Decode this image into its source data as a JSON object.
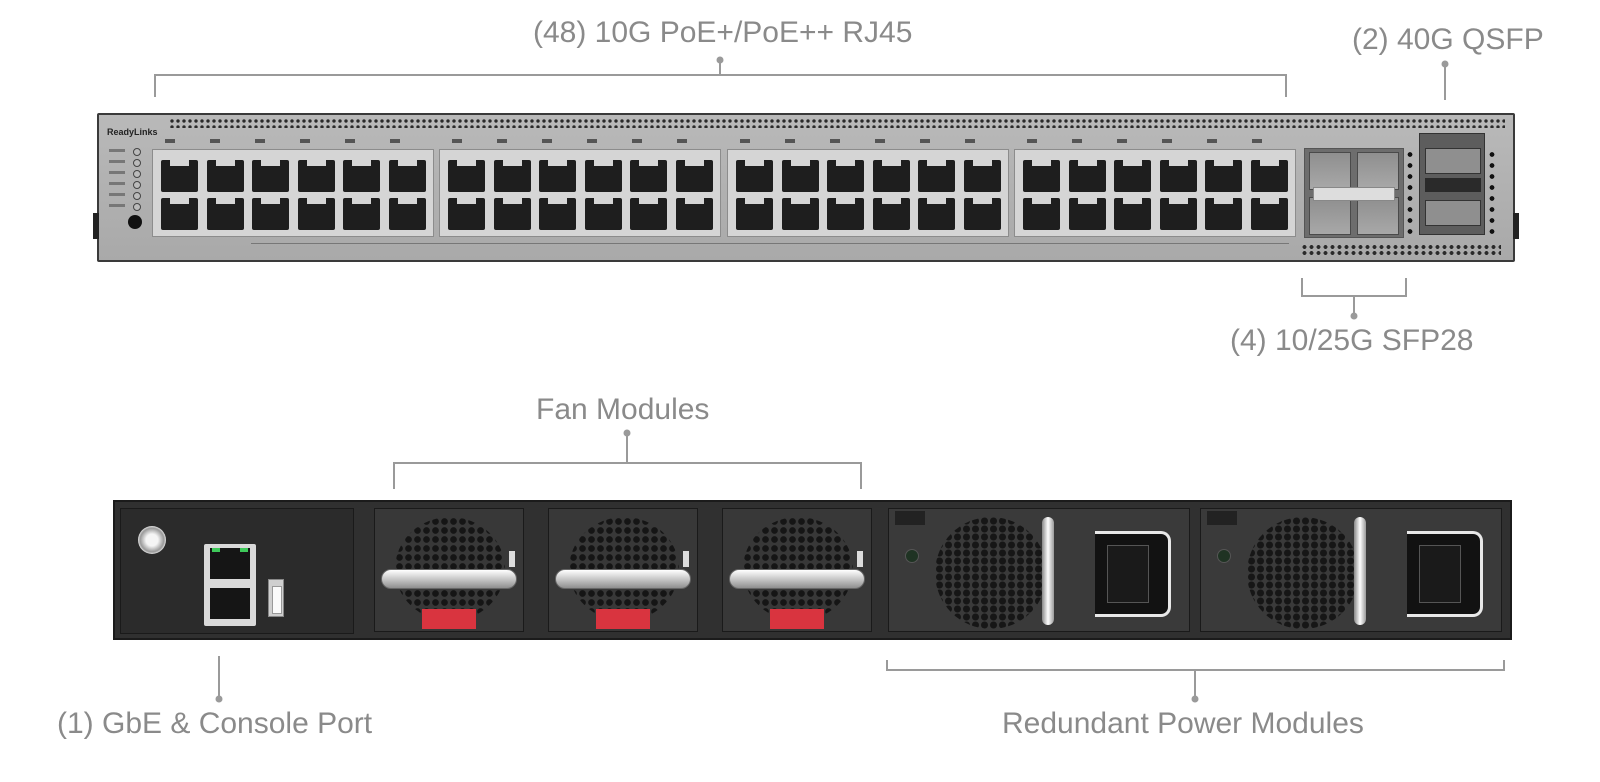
{
  "callouts": {
    "rj45_ports": "(48) 10G PoE+/PoE++ RJ45",
    "qsfp_ports": "(2) 40G QSFP",
    "sfp28_ports": "(4) 10/25G SFP28",
    "fan_modules": "Fan Modules",
    "console_port": "(1) GbE & Console Port",
    "power_modules": "Redundant Power Modules"
  },
  "front_panel": {
    "brand": "ReadyLinks"
  },
  "colors": {
    "callout_text": "#8a8a8a",
    "bracket_line": "#9a9a9a",
    "fan_latch": "#d9343f",
    "link_led": "#3ec95a"
  }
}
